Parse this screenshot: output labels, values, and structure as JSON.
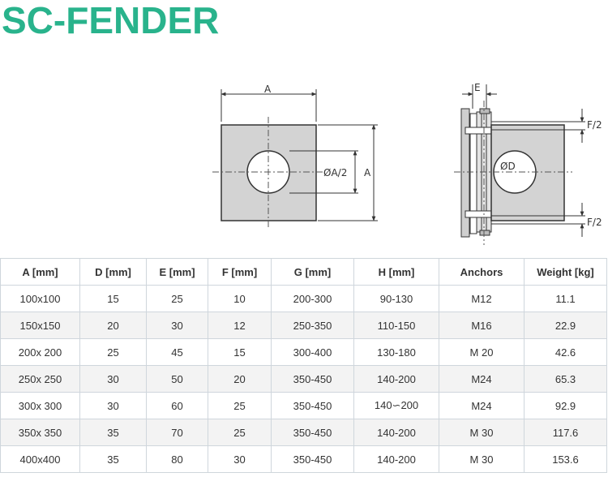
{
  "title": "SC-FENDER",
  "drawing": {
    "front_labels": {
      "width": "A",
      "height": "A",
      "hole": "ØA/2"
    },
    "side_labels": {
      "thickness": "E",
      "hole": "ØD",
      "top_offset": "F/2",
      "bottom_offset": "F/2"
    }
  },
  "table": {
    "headers": [
      "A [mm]",
      "D [mm]",
      "E [mm]",
      "F [mm]",
      "G [mm]",
      "H [mm]",
      "Anchors",
      "Weight [kg]"
    ],
    "rows": [
      [
        "100x100",
        "15",
        "25",
        "10",
        "200-300",
        "90-130",
        "M12",
        "11.1"
      ],
      [
        "150x150",
        "20",
        "30",
        "12",
        "250-350",
        "110-150",
        "M16",
        "22.9"
      ],
      [
        "200x 200",
        "25",
        "45",
        "15",
        "300-400",
        "130-180",
        "M 20",
        "42.6"
      ],
      [
        "250x 250",
        "30",
        "50",
        "20",
        "350-450",
        "140-200",
        "M24",
        "65.3"
      ],
      [
        "300x 300",
        "30",
        "60",
        "25",
        "350-450",
        "140∽200",
        "M24",
        "92.9"
      ],
      [
        "350x 350",
        "35",
        "70",
        "25",
        "350-450",
        "140-200",
        "M 30",
        "117.6"
      ],
      [
        "400x400",
        "35",
        "80",
        "30",
        "350-450",
        "140-200",
        "M 30",
        "153.6"
      ]
    ]
  }
}
